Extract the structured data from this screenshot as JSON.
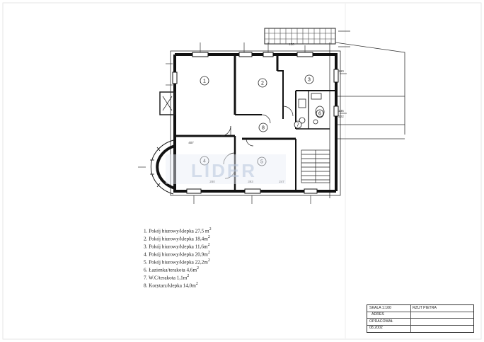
{
  "rooms": [
    {
      "number": "1"
    },
    {
      "number": "2"
    },
    {
      "number": "3"
    },
    {
      "number": "4"
    },
    {
      "number": "5"
    },
    {
      "number": "6"
    },
    {
      "number": "7"
    },
    {
      "number": "8"
    }
  ],
  "dimensions": {
    "d1": "407",
    "d2": "280",
    "d3": "393",
    "d4": "247",
    "d5": "190",
    "d6": "136",
    "d7": "222",
    "d8": "150"
  },
  "watermark": "LIDER",
  "legend": [
    {
      "text": "1.  Pokój biurowy/klepka 27,5 m",
      "sup": "2"
    },
    {
      "text": "2.  Pokój biurowy/klepka 18,4m",
      "sup": "2"
    },
    {
      "text": "3.  Pokój biurowy/klepka 11,6m",
      "sup": "2"
    },
    {
      "text": "4.  Pokój biurowy/klepka 20,9m",
      "sup": "2"
    },
    {
      "text": "5.  Pokój biurowy/klepka 22,2m",
      "sup": "2"
    },
    {
      "text": "6.  Łazienka/terakota 4,6m",
      "sup": "2"
    },
    {
      "text": "7.  W.C/terakota 1,1m",
      "sup": "2"
    },
    {
      "text": "8.  Korytarz/klepka 14,0m",
      "sup": "2"
    }
  ],
  "title_block": {
    "scale": "SKALA 1:100",
    "title": "RZUT PIETRA",
    "address": "ADRES",
    "drawn_by": "OPRACOWAŁ",
    "date": "08.2002"
  }
}
